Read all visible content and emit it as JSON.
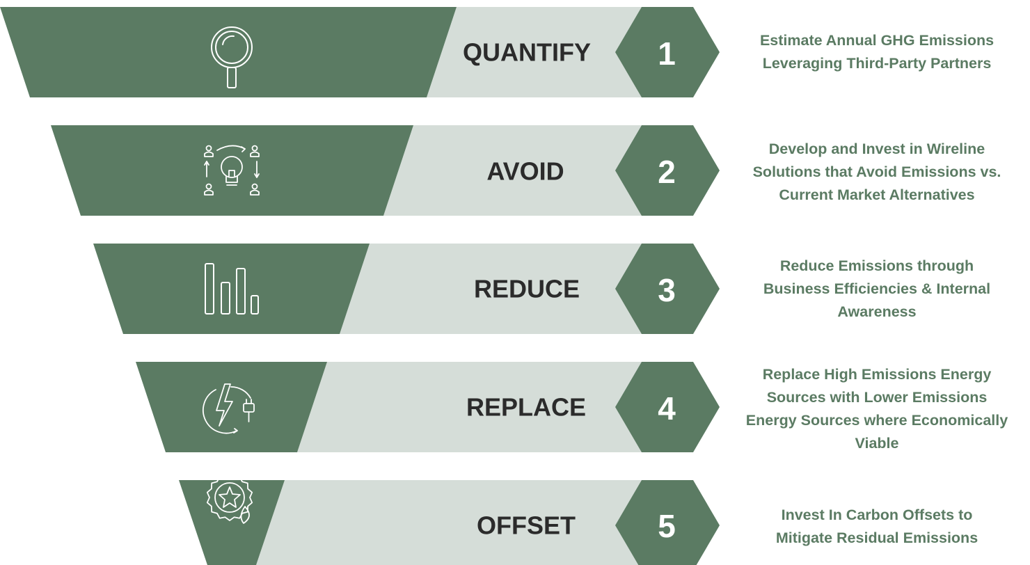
{
  "colors": {
    "green": "#5b7b63",
    "light": "#d5ddd8",
    "white": "#ffffff"
  },
  "steps": [
    {
      "number": "1",
      "label": "QUANTIFY",
      "icon": "magnifying-glass-icon",
      "description": [
        "Estimate Annual GHG Emissions",
        "Leveraging Third-Party Partners"
      ]
    },
    {
      "number": "2",
      "label": "AVOID",
      "icon": "lightbulb-people-cycle-icon",
      "description": [
        "Develop and Invest in Wireline",
        "Solutions that Avoid Emissions vs.",
        "Current Market Alternatives"
      ]
    },
    {
      "number": "3",
      "label": "REDUCE",
      "icon": "decreasing-bar-chart-icon",
      "description": [
        "Reduce Emissions through",
        "Business Efficiencies & Internal",
        "Awareness"
      ]
    },
    {
      "number": "4",
      "label": "REPLACE",
      "icon": "renewable-energy-plug-icon",
      "description": [
        "Replace High Emissions Energy",
        "Sources with Lower Emissions",
        "Energy Sources where Economically",
        "Viable"
      ]
    },
    {
      "number": "5",
      "label": "OFFSET",
      "icon": "certificate-seal-icon",
      "description": [
        "Invest In Carbon Offsets to",
        "Mitigate Residual Emissions"
      ]
    }
  ]
}
